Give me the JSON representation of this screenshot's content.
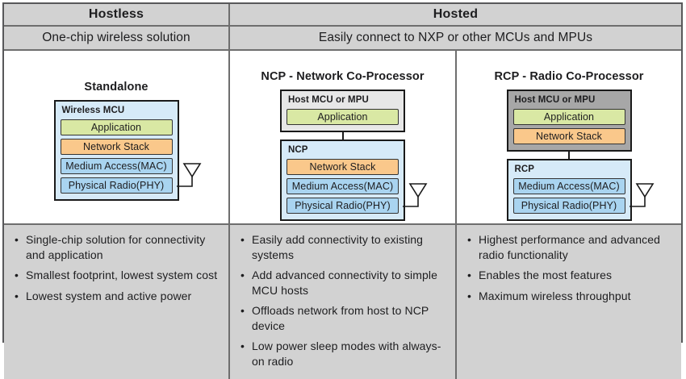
{
  "header": {
    "hostless": "Hostless",
    "hosted": "Hosted",
    "hostless_subtitle": "One-chip wireless solution",
    "hosted_subtitle": "Easily connect to NXP or other MCUs and MPUs"
  },
  "columns": [
    {
      "title": "Standalone",
      "device": {
        "label": "Wireless MCU",
        "layers": [
          "Application",
          "Network Stack",
          "Medium Access(MAC)",
          "Physical Radio(PHY)"
        ]
      },
      "bullets": [
        "Single-chip solution for connectivity and application",
        "Smallest footprint, lowest system cost",
        "Lowest system and active power"
      ]
    },
    {
      "title": "NCP - Network Co-Processor",
      "host": {
        "label": "Host MCU or MPU",
        "layers": [
          "Application"
        ]
      },
      "device": {
        "label": "NCP",
        "layers": [
          "Network Stack",
          "Medium Access(MAC)",
          "Physical Radio(PHY)"
        ]
      },
      "bullets": [
        "Easily add connectivity to existing systems",
        "Add advanced connectivity to simple MCU hosts",
        "Offloads network from host to NCP device",
        "Low power sleep modes with always-on radio"
      ]
    },
    {
      "title": "RCP - Radio Co-Processor",
      "host": {
        "label": "Host MCU or MPU",
        "layers": [
          "Application",
          "Network Stack"
        ]
      },
      "device": {
        "label": "RCP",
        "layers": [
          "Medium Access(MAC)",
          "Physical Radio(PHY)"
        ]
      },
      "bullets": [
        "Highest performance and advanced radio functionality",
        "Enables the most features",
        "Maximum wireless throughput"
      ]
    }
  ],
  "icons": {
    "antenna": "antenna-icon"
  },
  "colors": {
    "application": "#d9e8a4",
    "network_stack": "#fac88b",
    "mac_phy": "#a9d4f0",
    "mcu_container": "#d6eaf8",
    "host_light": "#e7e7e7",
    "host_dark": "#a7a7a7",
    "table_shading": "#d2d2d2",
    "table_border": "#6e6e6e",
    "outer_border": "#58585a",
    "chip_border": "#1a1a1a"
  }
}
